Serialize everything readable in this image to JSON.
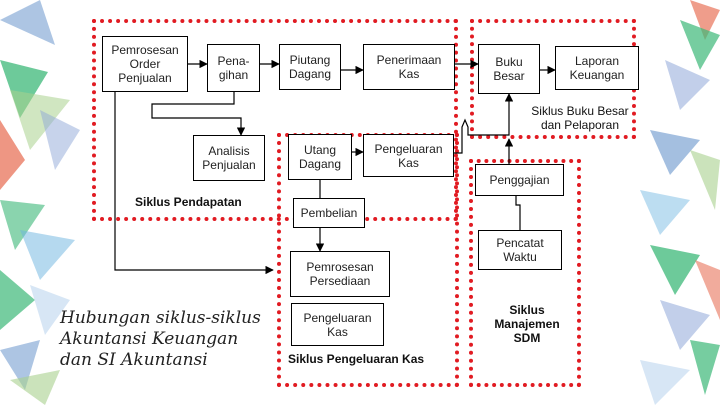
{
  "boxes": {
    "pemrosesan_order": "Pemrosesan\nOrder\nPenjualan",
    "penagihan": "Pena-\ngihan",
    "piutang_dagang": "Piutang\nDagang",
    "penerimaan_kas": "Penerimaan\nKas",
    "buku_besar": "Buku\nBesar",
    "laporan_keuangan": "Laporan\nKeuangan",
    "analisis_penjualan": "Analisis\nPenjualan",
    "utang_dagang": "Utang\nDagang",
    "pengeluaran_kas_top": "Pengeluaran\nKas",
    "pembelian": "Pembelian",
    "pemrosesan_persediaan": "Pemrosesan\nPersediaan",
    "pengeluaran_kas_bottom": "Pengeluaran\nKas",
    "penggajian": "Penggajian",
    "pencatat_waktu": "Pencatat\nWaktu"
  },
  "labels": {
    "siklus_buku_besar": "Siklus Buku Besar\ndan Pelaporan",
    "siklus_pendapatan": "Siklus Pendapatan",
    "siklus_manajemen_sdm": "Siklus\nManajemen\nSDM",
    "siklus_pengeluaran_kas": "Siklus Pengeluaran Kas"
  },
  "caption": "Hubungan siklus-siklus\nAkuntansi Keuangan\ndan SI Akuntansi",
  "colors": {
    "cycle_border": "#e11b22",
    "deco_green": "#3cb878",
    "deco_blue": "#4a7fc1",
    "deco_salmon": "#e8735a"
  }
}
